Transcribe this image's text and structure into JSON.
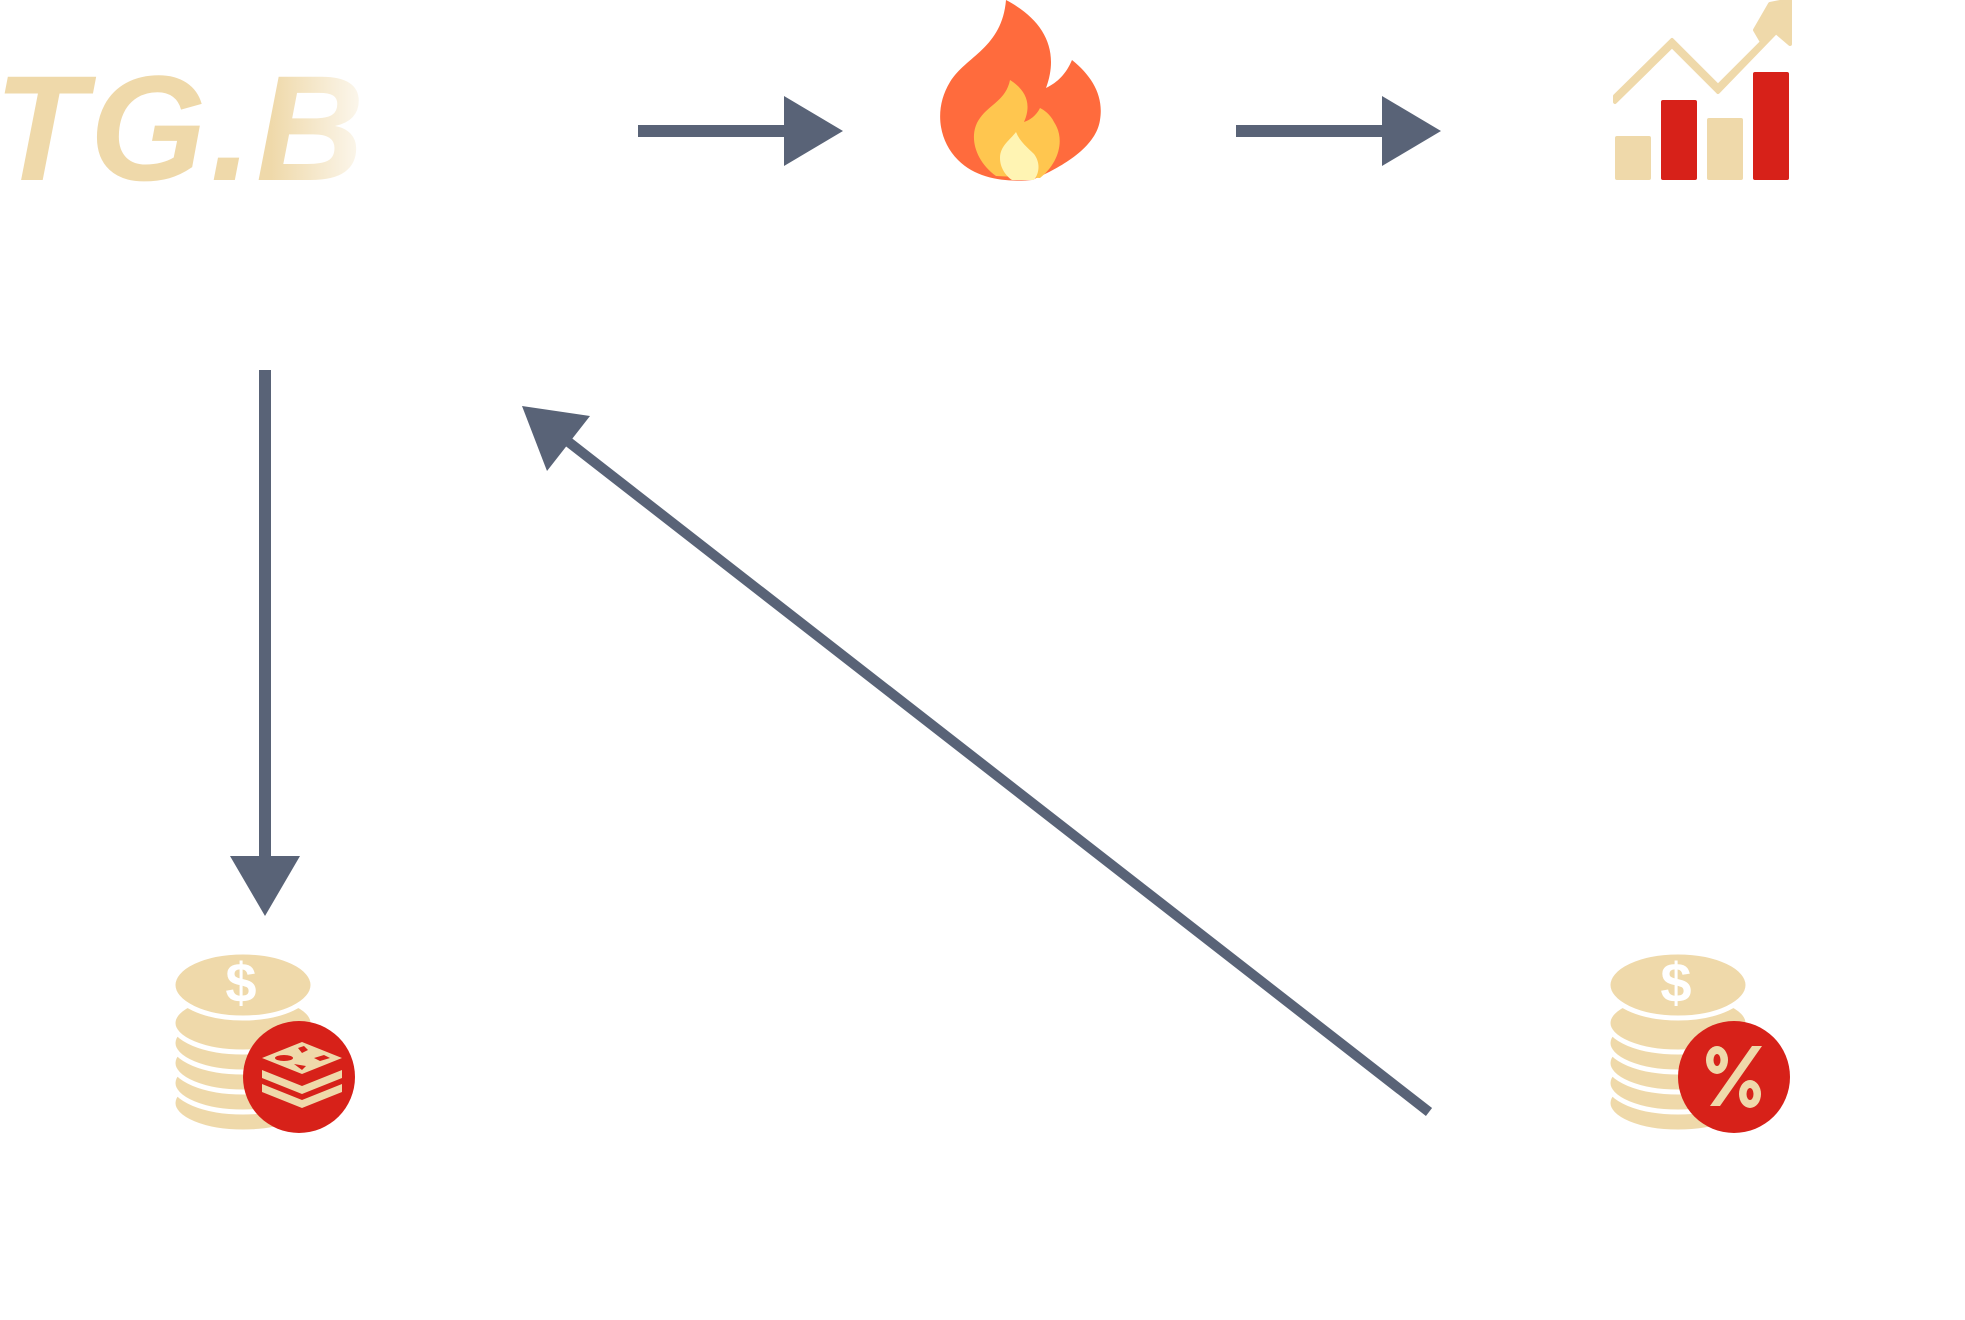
{
  "diagram": {
    "logo": {
      "text": "TG.B"
    },
    "nodes": [
      {
        "id": "logo",
        "icon": "tgb-logo"
      },
      {
        "id": "burn",
        "icon": "fire-icon"
      },
      {
        "id": "growth",
        "icon": "growth-chart-icon"
      },
      {
        "id": "staking",
        "icon": "coin-stack-staking-icon"
      },
      {
        "id": "yield",
        "icon": "coin-stack-percent-icon"
      }
    ],
    "edges": [
      {
        "from": "logo",
        "to": "burn"
      },
      {
        "from": "burn",
        "to": "growth"
      },
      {
        "from": "logo",
        "to": "staking"
      },
      {
        "from": "yield",
        "to": "logo"
      }
    ],
    "colors": {
      "arrow": "#596377",
      "beige": "#EFD9AA",
      "red": "#D72119",
      "flame_outer": "#FF6B3D",
      "flame_mid": "#FFC64F",
      "flame_inner": "#FFF4B3"
    }
  }
}
